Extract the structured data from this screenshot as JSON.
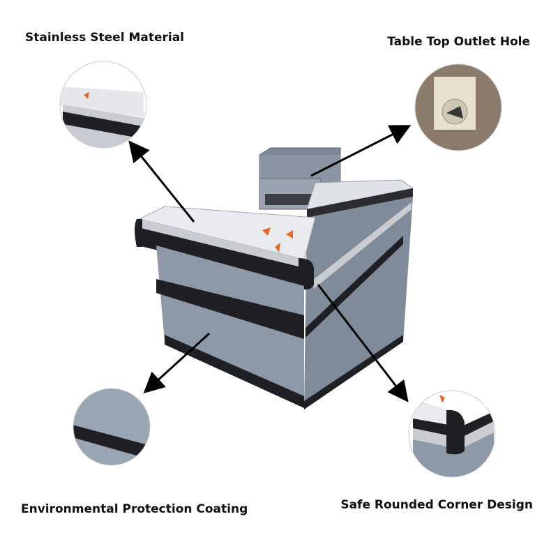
{
  "callouts": {
    "top_left": "Stainless Steel Material",
    "top_right": "Table Top Outlet Hole",
    "bottom_left": "Environmental Protection Coating",
    "bottom_right": "Safe Rounded Corner Design"
  },
  "colors": {
    "body_gray": "#8e99a8",
    "body_dark": "#707b8a",
    "rail_black": "#1e2024",
    "aluminum": "#c9ccd0",
    "steel_top": "#e6e8ec",
    "accent_orange": "#e0692a",
    "wood_bg": "#8b7b6a",
    "arrow": "#000000"
  }
}
